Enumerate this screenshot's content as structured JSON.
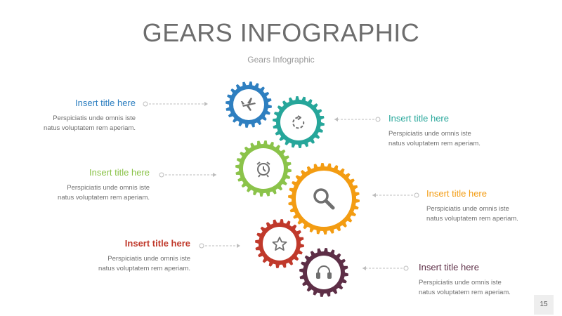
{
  "title": "GEARS INFOGRAPHIC",
  "subtitle": "Gears Infographic",
  "page_number": "15",
  "items": [
    {
      "title": "Insert title here",
      "body": "Perspiciatis unde omnis iste natus voluptatem rem aperiam.",
      "color": "#2e7fc0",
      "icon": "airplane-icon"
    },
    {
      "title": "Insert title here",
      "body": "Perspiciatis unde omnis iste natus voluptatem rem aperiam.",
      "color": "#26a69a",
      "icon": "refresh-icon"
    },
    {
      "title": "Insert title here",
      "body": "Perspiciatis unde omnis iste natus voluptatem rem aperiam.",
      "color": "#8bc34a",
      "icon": "alarm-clock-icon"
    },
    {
      "title": "Insert title here",
      "body": "Perspiciatis unde omnis iste natus voluptatem rem aperiam.",
      "color": "#f39c12",
      "icon": "search-icon"
    },
    {
      "title": "Insert title here",
      "body": "Perspiciatis unde omnis iste natus voluptatem rem aperiam.",
      "color": "#c0392b",
      "icon": "star-icon"
    },
    {
      "title": "Insert title here",
      "body": "Perspiciatis unde omnis iste natus voluptatem rem aperiam.",
      "color": "#5d2e46",
      "icon": "headphones-icon"
    }
  ]
}
